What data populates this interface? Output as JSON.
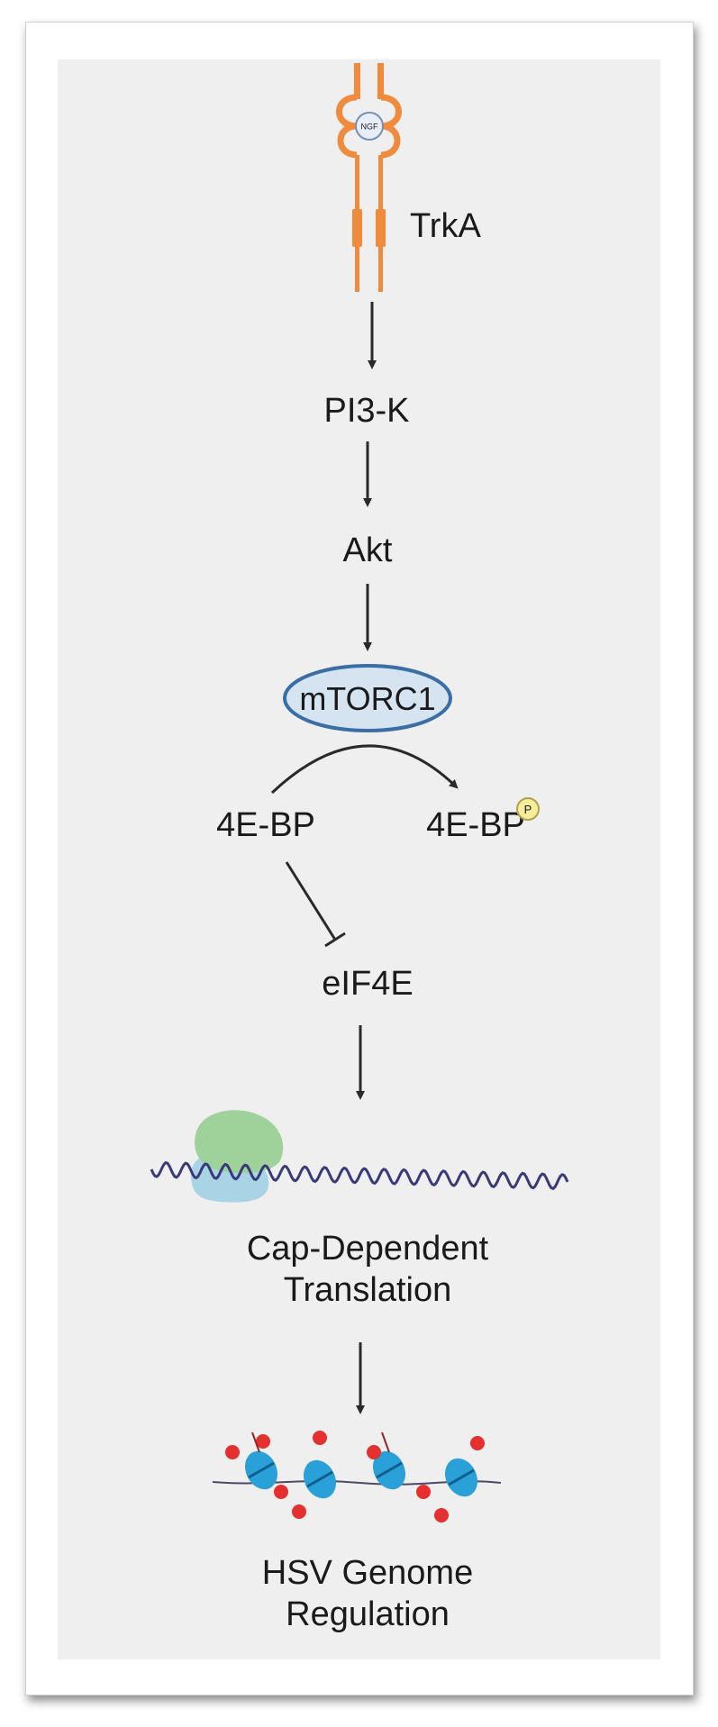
{
  "receptor": {
    "label": "TrkA",
    "ligand": "NGF"
  },
  "nodes": {
    "pi3k": "PI3-K",
    "akt": "Akt",
    "mtorc1": "mTORC1",
    "bp_left": "4E-BP",
    "bp_right": "4E-BP",
    "phospho": "P",
    "eif4e": "eIF4E",
    "translation_line1": "Cap-Dependent",
    "translation_line2": "Translation",
    "hsv_line1": "HSV Genome",
    "hsv_line2": "Regulation"
  },
  "colors": {
    "receptor_orange": "#f08a3c",
    "mtorc1_fill": "#d6e4f2",
    "mtorc1_stroke": "#3a6ea5",
    "mrna": "#3a3a7a",
    "ribosome_large": "#9fd19a",
    "ribosome_small": "#a9d4e6",
    "nucleosome": "#2aa0d8",
    "histone_mark": "#e53030",
    "phospho_fill": "#f6ee9c"
  }
}
